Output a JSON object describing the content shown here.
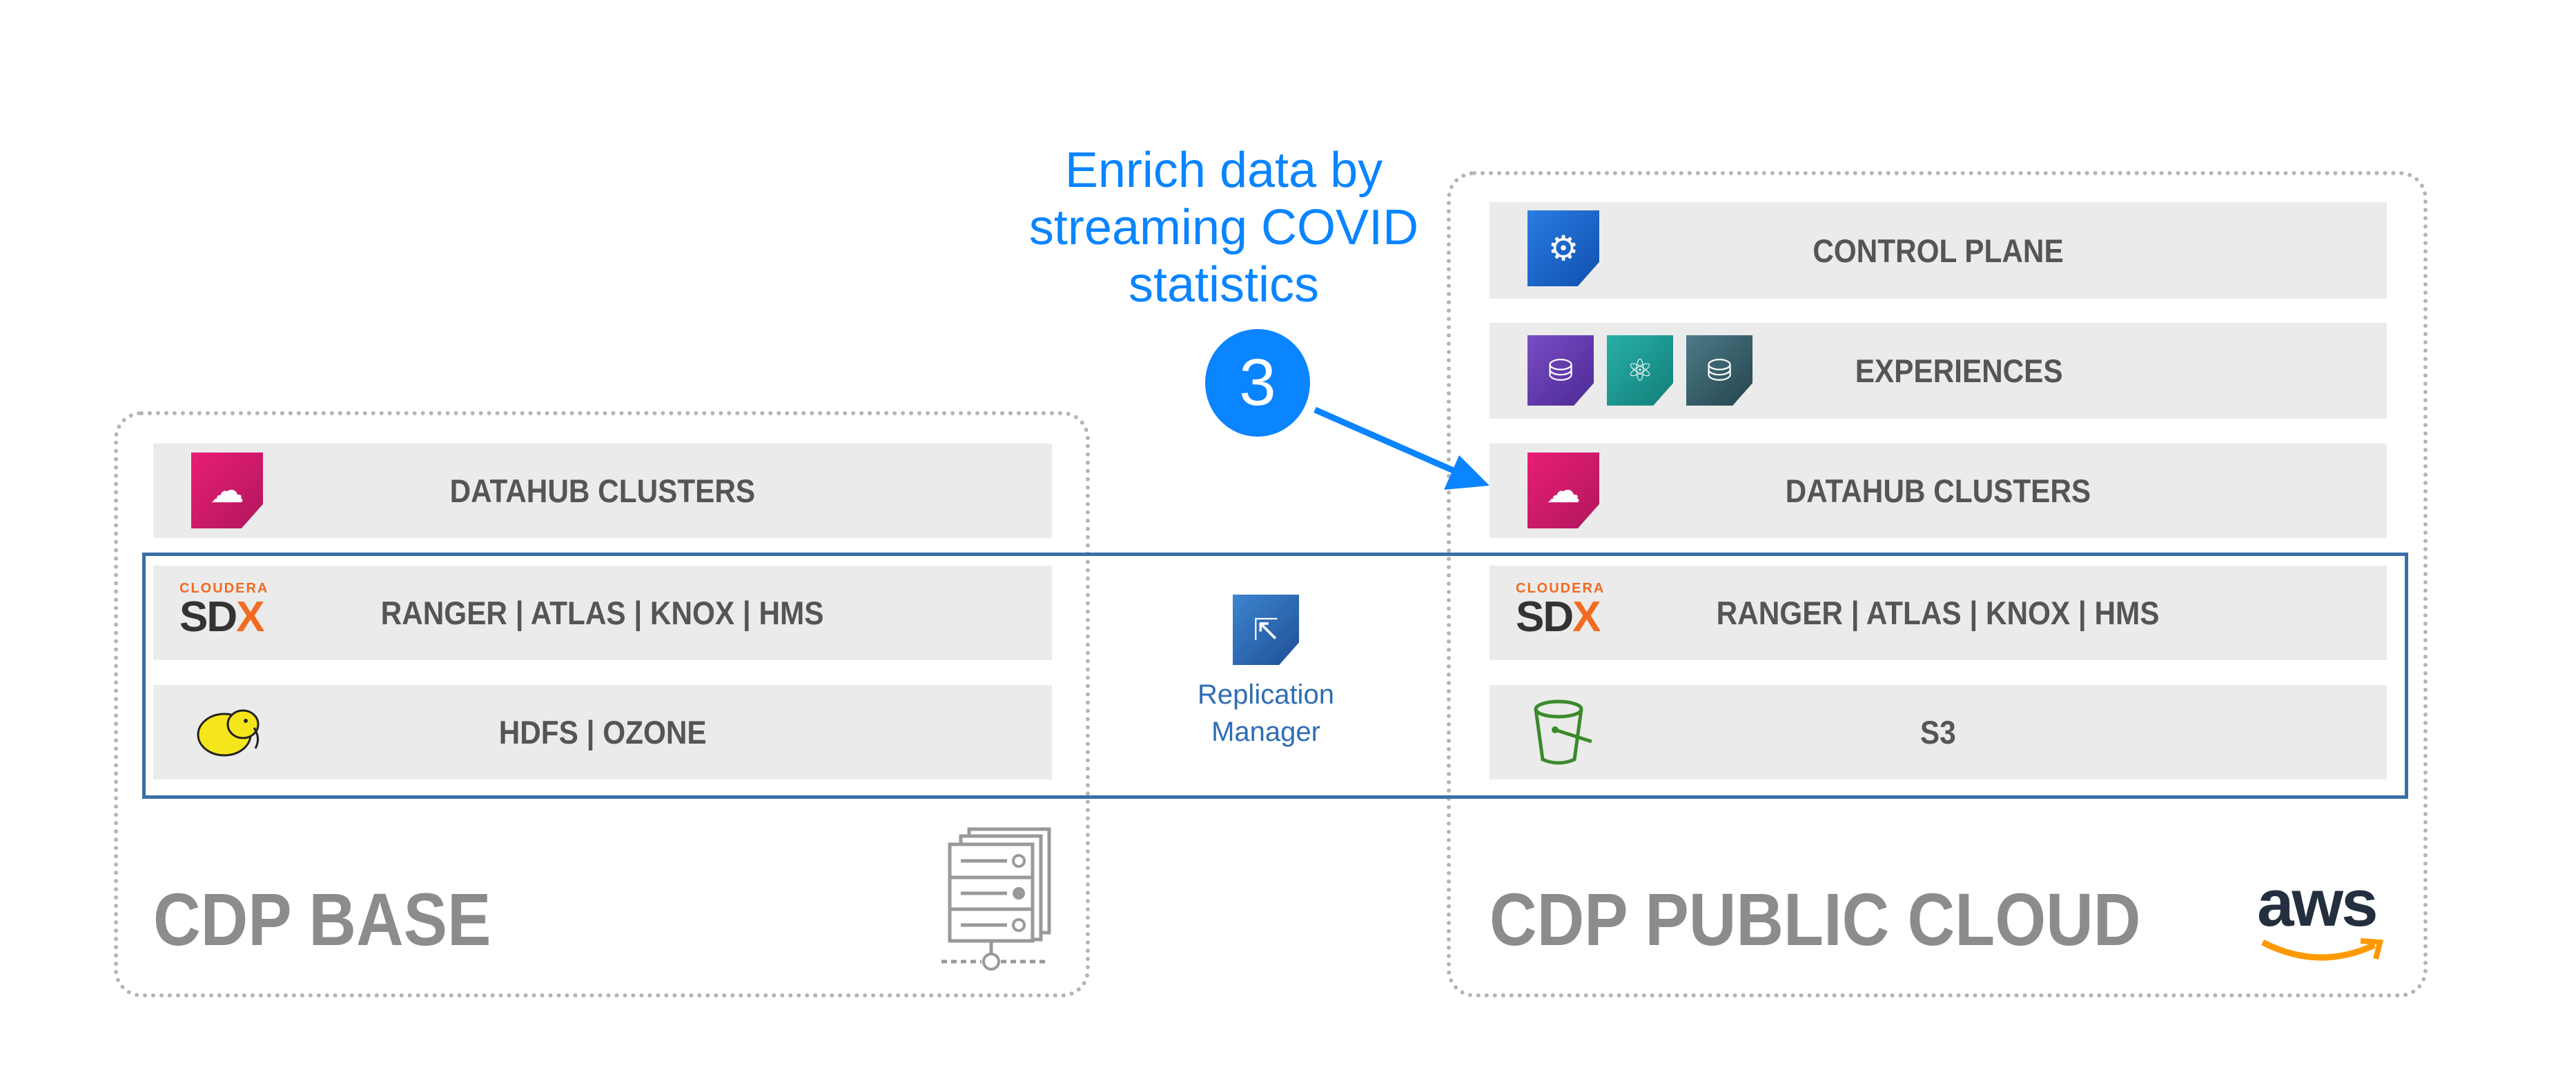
{
  "annotation": {
    "lines": [
      "Enrich data by",
      "streaming COVID",
      "statistics"
    ],
    "step_number": "3",
    "color": "#0a84ff"
  },
  "cdp_base": {
    "title": "CDP BASE",
    "rows": {
      "datahub": "DATAHUB CLUSTERS",
      "sdx": "RANGER | ATLAS | KNOX | HMS",
      "storage": "HDFS | OZONE"
    }
  },
  "cdp_public_cloud": {
    "title": "CDP PUBLIC CLOUD",
    "rows": {
      "control_plane": "CONTROL PLANE",
      "experiences": "EXPERIENCES",
      "datahub": "DATAHUB CLUSTERS",
      "sdx": "RANGER | ATLAS | KNOX | HMS",
      "storage": "S3"
    },
    "provider_logo": "aws"
  },
  "sdx_logo": {
    "brand": "CLOUDERA",
    "name_prefix": "SD",
    "name_suffix": "X"
  },
  "replication_manager": {
    "line1": "Replication",
    "line2": "Manager",
    "color": "#2f6db5"
  }
}
